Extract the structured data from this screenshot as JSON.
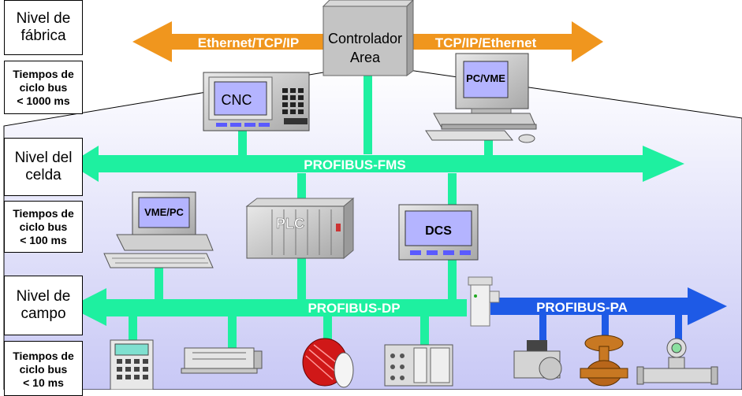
{
  "levels": {
    "factory": {
      "name": "Nivel de\nfábrica",
      "cycle": "Tiempos de\nciclo bus\n< 1000 ms"
    },
    "cell": {
      "name": "Nivel del\ncelda",
      "cycle": "Tiempos de\nciclo bus\n< 100 ms"
    },
    "field": {
      "name": "Nivel de\ncampo",
      "cycle": "Tiempos de\nciclo bus\n< 10 ms"
    }
  },
  "buses": {
    "ethernet_left": "Ethernet/TCP/IP",
    "ethernet_right": "TCP/IP/Ethernet",
    "fms": "PROFIBUS-FMS",
    "dp": "PROFIBUS-DP",
    "pa": "PROFIBUS-PA"
  },
  "devices": {
    "controller": [
      "Controlador",
      "Area"
    ],
    "cnc": "CNC",
    "pc_vme": "PC/VME",
    "vme_pc": "VME/PC",
    "plc": "PLC",
    "dcs": "DCS"
  },
  "colors": {
    "ethernet": "#f0961e",
    "fms_dp": "#1ef0a0",
    "pa": "#1e5ae6",
    "screen": "#b4b4ff",
    "pyramid_top": "#ffffff",
    "pyramid_bottom": "#c8c8f5"
  }
}
